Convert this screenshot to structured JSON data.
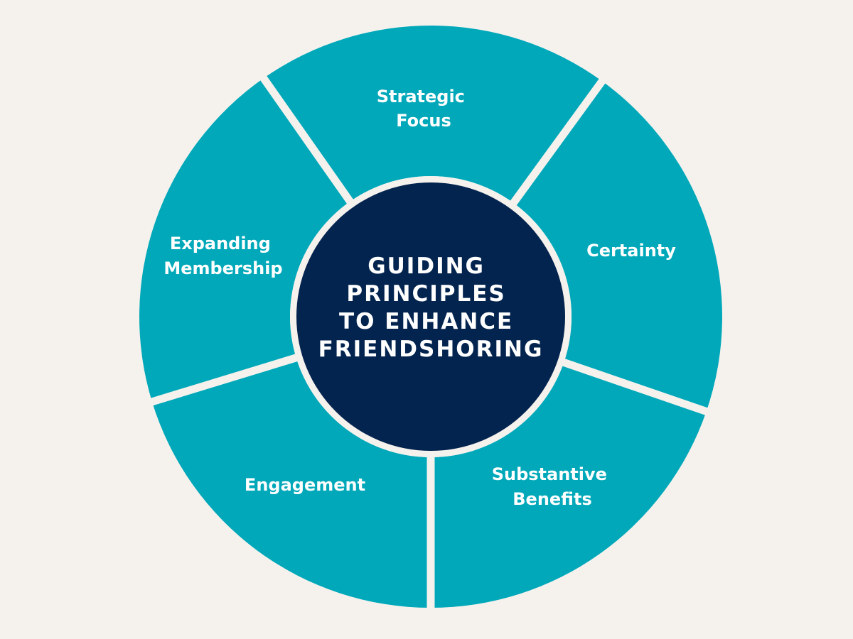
{
  "colors": {
    "background": "#f5f2ee",
    "segment": "#00a8b9",
    "center": "#03244f",
    "text": "#ffffff"
  },
  "center": {
    "title_lines": [
      "GUIDING",
      "PRINCIPLES",
      "TO ENHANCE",
      "FRIENDSHORING"
    ]
  },
  "segments": [
    {
      "lines": [
        "Strategic",
        "Focus"
      ]
    },
    {
      "lines": [
        "Certainty"
      ]
    },
    {
      "lines": [
        "Substantive",
        "Benefits"
      ]
    },
    {
      "lines": [
        "Engagement"
      ]
    },
    {
      "lines": [
        "Expanding",
        "Membership"
      ]
    }
  ]
}
